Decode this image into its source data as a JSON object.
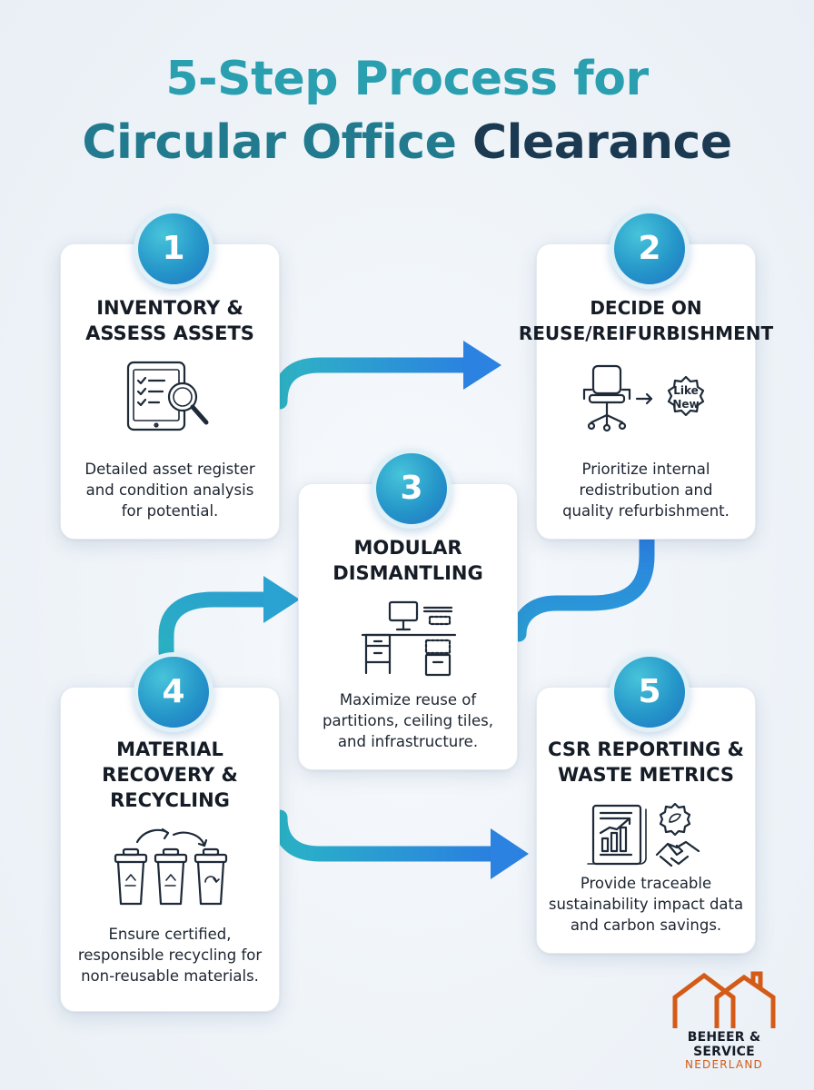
{
  "title": {
    "line1": "5-Step Process for",
    "line2a": "Circular Office",
    "line2b": "Clearance"
  },
  "steps": [
    {
      "number": "1",
      "heading": "INVENTORY &\nASSESS ASSETS",
      "description": "Detailed asset register\nand condition analysis\nfor potential.",
      "icon": "tablet-checklist-magnifier-icon"
    },
    {
      "number": "2",
      "heading": "DECIDE ON\nREUSE/REIFURBISHMENT",
      "description": "Prioritize internal\nredistribution and\nquality refurbishment.",
      "icon": "office-chair-like-new-icon",
      "badge_text": "Like\nNew"
    },
    {
      "number": "3",
      "heading": "MODULAR\nDISMANTLING",
      "description": "Maximize reuse of\npartitions, ceiling tiles,\nand infrastructure.",
      "icon": "desk-workstation-icon"
    },
    {
      "number": "4",
      "heading": "MATERIAL\nRECOVERY &\nRECYCLING",
      "description": "Ensure certified,\nresponsible recycling for\nnon-reusable materials.",
      "icon": "recycling-bins-icon"
    },
    {
      "number": "5",
      "heading": "CSR REPORTING &\nWASTE METRICS",
      "description": "Provide traceable\nsustainability impact data\nand carbon savings.",
      "icon": "report-handshake-icon"
    }
  ],
  "logo": {
    "name": "BEHEER & SERVICE",
    "sub": "NEDERLAND"
  },
  "colors": {
    "teal": "#2a9fb0",
    "blue": "#2a7fe0",
    "navy": "#1b3a52",
    "logo_orange": "#d45a17"
  }
}
